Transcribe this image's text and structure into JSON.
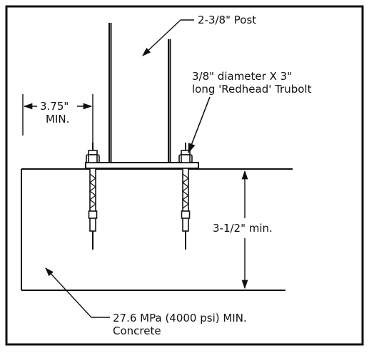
{
  "labels": {
    "post": "2-3/8\" Post",
    "bolt_line1": "3/8\" diameter X 3\"",
    "bolt_line2": "long 'Redhead' Trubolt",
    "edge_distance_value": "3.75\"",
    "edge_distance_qualifier": "MIN.",
    "embedment": "3-1/2\" min.",
    "concrete_line1": "27.6 MPa (4000 psi) MIN.",
    "concrete_line2": "Concrete"
  },
  "colors": {
    "line": "#111111",
    "background": "#ffffff"
  }
}
